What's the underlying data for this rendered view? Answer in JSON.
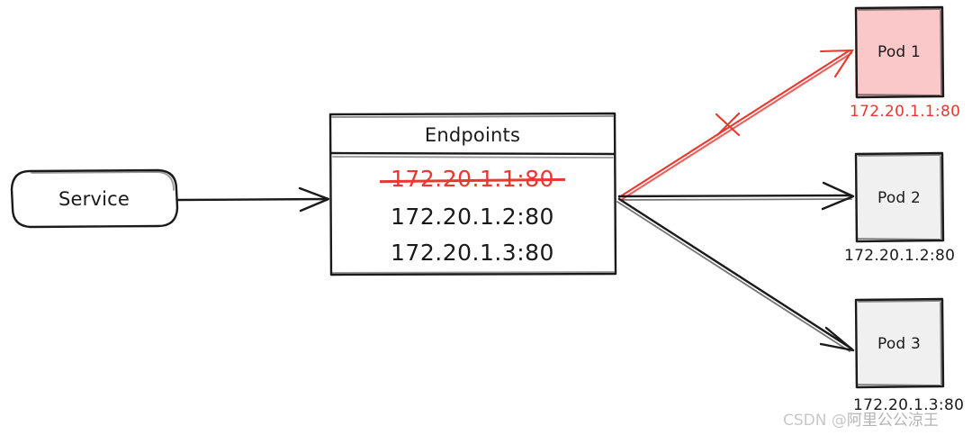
{
  "diagram": {
    "title": "Kubernetes Service Endpoints routing",
    "style": "hand-drawn sketch",
    "colors": {
      "stroke": "#1a1a1a",
      "removed": "#e8382f",
      "pod_failed_fill": "#fac8c8",
      "pod_healthy_fill": "#f0f0f0",
      "watermark": "#c8c8c8",
      "background": "#ffffff"
    },
    "service": {
      "label": "Service",
      "shape": "rounded-rectangle"
    },
    "endpoints": {
      "title": "Endpoints",
      "rows": [
        {
          "address": "172.20.1.1:80",
          "state": "removed",
          "strikethrough": true
        },
        {
          "address": "172.20.1.2:80",
          "state": "active",
          "strikethrough": false
        },
        {
          "address": "172.20.1.3:80",
          "state": "active",
          "strikethrough": false
        }
      ]
    },
    "pods": [
      {
        "label": "Pod 1",
        "address": "172.20.1.1:80",
        "state": "failed",
        "fill": "#fac8c8",
        "addr_color": "#e8382f",
        "arrow": "blocked"
      },
      {
        "label": "Pod 2",
        "address": "172.20.1.2:80",
        "state": "healthy",
        "fill": "#f0f0f0",
        "addr_color": "#1a1a1a",
        "arrow": "active"
      },
      {
        "label": "Pod 3",
        "address": "172.20.1.3:80",
        "state": "healthy",
        "fill": "#f0f0f0",
        "addr_color": "#1a1a1a",
        "arrow": "active"
      }
    ],
    "annotations": {
      "blocked_marker": "X",
      "blocked_marker_color": "#e8382f"
    },
    "watermark": {
      "prefix": "CSDN @",
      "author": "阿里公公涼王"
    }
  }
}
